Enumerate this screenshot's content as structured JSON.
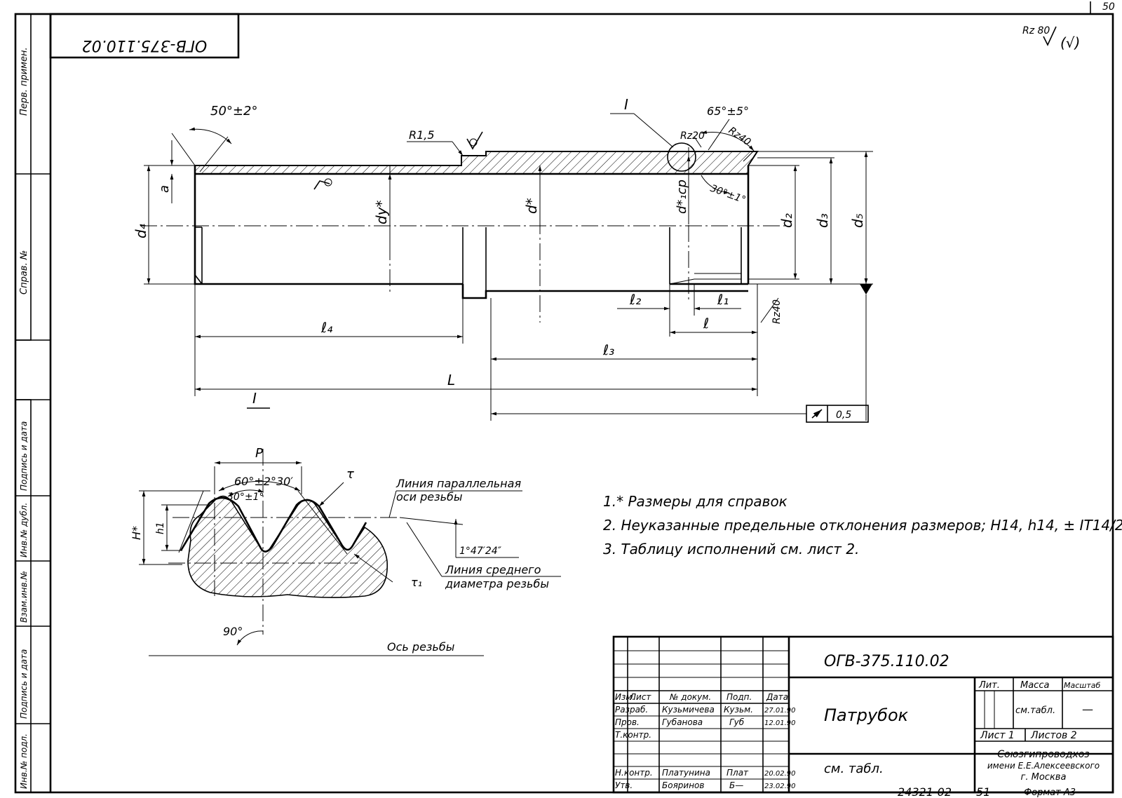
{
  "sheet": {
    "page_number": "50",
    "mirrored_code": "ОГВ-375.110.02",
    "roughness_general": "Rz 80",
    "roughness_general_extra": "(√)"
  },
  "left_margin": {
    "labels": [
      "Перв. примен.",
      "Справ. №",
      "Подпись и дата",
      "Инв.№ дубл.",
      "Взам.инв.№",
      "Подпись и дата",
      "Инв.№ подл."
    ]
  },
  "drawing": {
    "chamfer_angle": "50°±2°",
    "radius": "R1,5",
    "section_marker": "I",
    "thread_angle": "65°±5°",
    "rough_rz20": "Rz20",
    "rough_rz40": "Rz40",
    "thread_small_angle": "30°±1°",
    "dim_a": "a",
    "dim_d4": "d₄",
    "dim_dy": "dy*",
    "dim_d": "d*",
    "dim_d1cp": "d*₁ср",
    "dim_d2": "d₂",
    "dim_d3": "d₃",
    "dim_d5": "d₅",
    "dim_l2": "ℓ₂",
    "dim_l1": "ℓ₁",
    "dim_l": "ℓ",
    "dim_l4": "ℓ₄",
    "dim_l3": "ℓ₃",
    "dim_L": "L",
    "rough_rz40_end": "Rz40",
    "runout_value": "0,5"
  },
  "detail": {
    "marker": "I",
    "pitch": "P",
    "angle_60": "60°±2°30′",
    "angle_30": "30°±1°",
    "tau": "τ",
    "tau1": "τ₁",
    "H": "H*",
    "h1": "h1",
    "parallel_line_1": "Линия параллельная",
    "parallel_line_2": "оси резьбы",
    "taper_angle": "1°47′24″",
    "mid_line_1": "Линия среднего",
    "mid_line_2": "диаметра резьбы",
    "angle_90": "90°",
    "axis_label": "Ось резьбы"
  },
  "notes": [
    "1.* Размеры для справок",
    "2. Неуказанные предельные отклонения размеров; H14, h14, ± IT14/2",
    "3. Таблицу исполнений см. лист 2."
  ],
  "title_block": {
    "code": "ОГВ-375.110.02",
    "name": "Патрубок",
    "material": "см. табл.",
    "header": {
      "izm": "Изм.",
      "list": "Лист",
      "doc": "№ докум.",
      "sign": "Подп.",
      "date": "Дата"
    },
    "rows": [
      {
        "role": "Разраб.",
        "name": "Кузьмичева",
        "sign": "Кузьм.",
        "date": "27.01.90"
      },
      {
        "role": "Пров.",
        "name": "Губанова",
        "sign": "Губ",
        "date": "12.01.90"
      },
      {
        "role": "Т.контр.",
        "name": "",
        "sign": "",
        "date": ""
      },
      {
        "role": "",
        "name": "",
        "sign": "",
        "date": ""
      },
      {
        "role": "Н.контр.",
        "name": "Платунина",
        "sign": "Плат",
        "date": "20.02.90"
      },
      {
        "role": "Утв.",
        "name": "Бояринов",
        "sign": "Б—",
        "date": "23.02.90"
      }
    ],
    "lit": "Лит.",
    "mass": "Масса",
    "scale": "Масштаб",
    "mass_value": "см.табл.",
    "scale_value": "—",
    "sheet": "Лист 1",
    "sheets": "Листов 2",
    "org_1": "Союзгипроводхоз",
    "org_2": "имени Е.Е.Алексеевского",
    "org_3": "г. Москва",
    "footer_number": "24321-02",
    "footer_page": "51",
    "format": "Формат А3"
  }
}
